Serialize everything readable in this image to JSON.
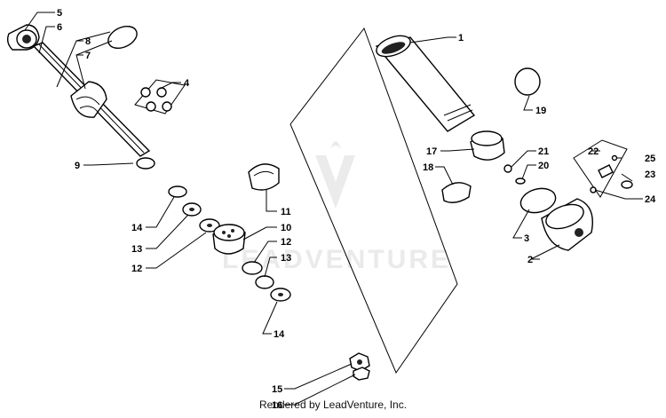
{
  "diagram": {
    "watermark": "LEADVENTURE",
    "credit": "Rendered by LeadVenture, Inc.",
    "callouts": [
      {
        "id": "c1",
        "label": "1"
      },
      {
        "id": "c2",
        "label": "2"
      },
      {
        "id": "c3",
        "label": "3"
      },
      {
        "id": "c4",
        "label": "4"
      },
      {
        "id": "c5",
        "label": "5"
      },
      {
        "id": "c6",
        "label": "6"
      },
      {
        "id": "c7",
        "label": "7"
      },
      {
        "id": "c8",
        "label": "8"
      },
      {
        "id": "c9",
        "label": "9"
      },
      {
        "id": "c10",
        "label": "10"
      },
      {
        "id": "c11",
        "label": "11"
      },
      {
        "id": "c12a",
        "label": "12"
      },
      {
        "id": "c12b",
        "label": "12"
      },
      {
        "id": "c13a",
        "label": "13"
      },
      {
        "id": "c13b",
        "label": "13"
      },
      {
        "id": "c14a",
        "label": "14"
      },
      {
        "id": "c14b",
        "label": "14"
      },
      {
        "id": "c15",
        "label": "15"
      },
      {
        "id": "c16",
        "label": "16"
      },
      {
        "id": "c17",
        "label": "17"
      },
      {
        "id": "c18",
        "label": "18"
      },
      {
        "id": "c19",
        "label": "19"
      },
      {
        "id": "c20",
        "label": "20"
      },
      {
        "id": "c21",
        "label": "21"
      },
      {
        "id": "c22",
        "label": "22"
      },
      {
        "id": "c23",
        "label": "23"
      },
      {
        "id": "c24",
        "label": "24"
      },
      {
        "id": "c25",
        "label": "25"
      }
    ]
  }
}
